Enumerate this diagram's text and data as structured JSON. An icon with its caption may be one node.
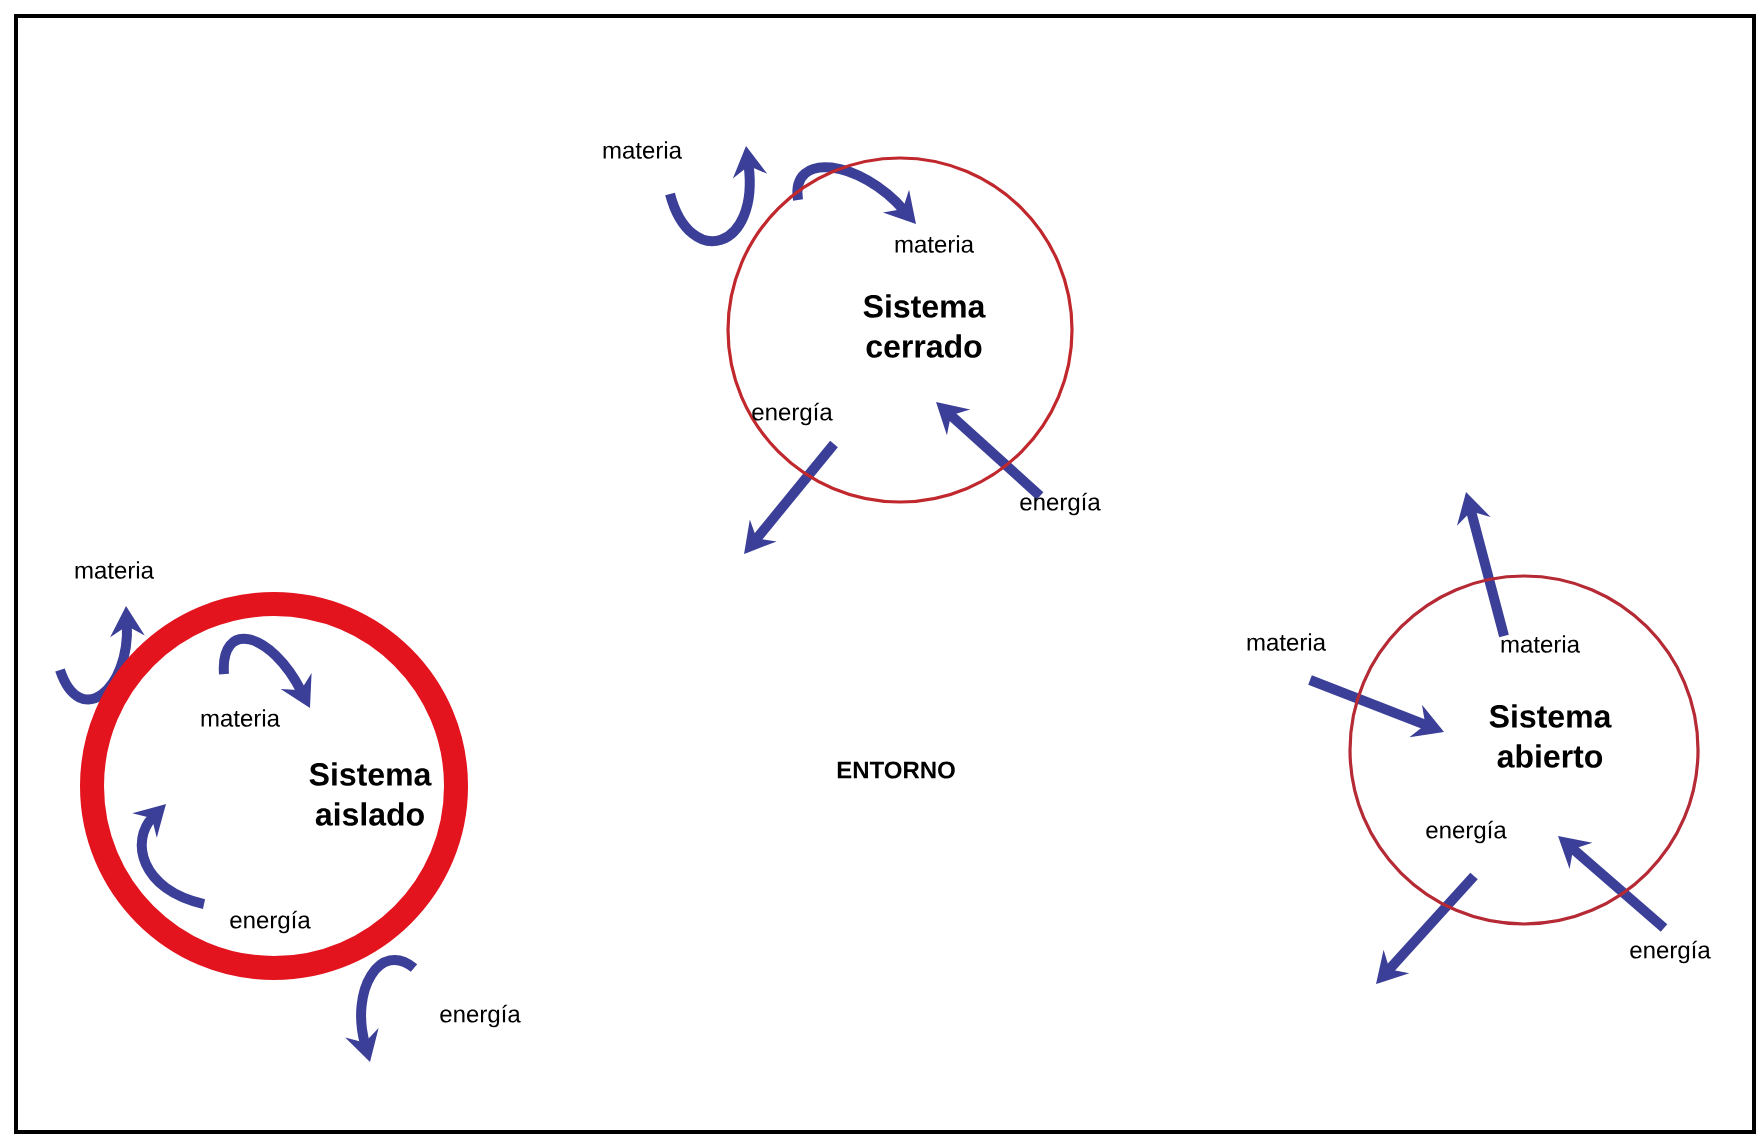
{
  "diagram": {
    "nodes": [
      {
        "text": [
          "ENTORNO"
        ]
      },
      {
        "text": [
          "Sistema cerrado"
        ],
        "in": 0
      },
      {
        "text": [
          "Sistema aislado"
        ],
        "in": 0
      },
      {
        "text": [
          "Sistema abierto"
        ],
        "in": 0
      }
    ],
    "labels": [
      "materia",
      "materia",
      "energía",
      "energía",
      "materia",
      "materia",
      "materia",
      "materia",
      "energía",
      "energía",
      "energía",
      "energía"
    ]
  }
}
